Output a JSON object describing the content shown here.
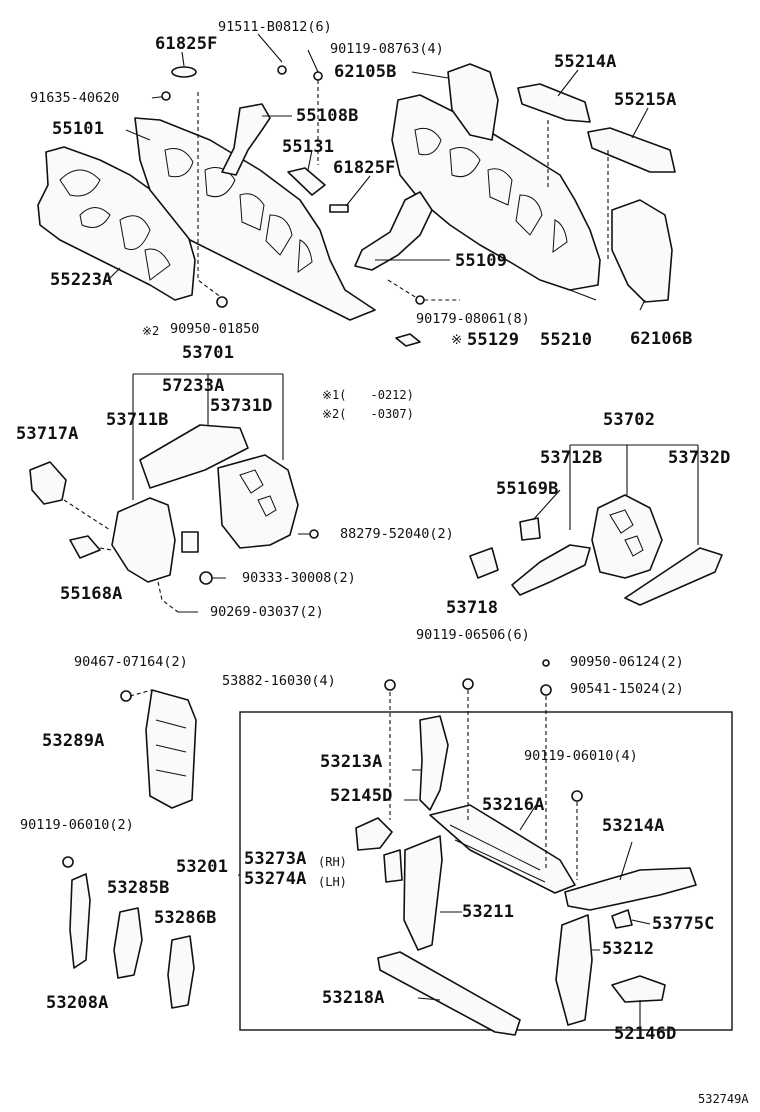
{
  "diagram": {
    "labels": {
      "l_91511": "91511-B0812(6)",
      "l_61825F_top": "61825F",
      "l_90119_08763": "90119-08763(4)",
      "l_62105B": "62105B",
      "l_55214A": "55214A",
      "l_91635": "91635-40620",
      "l_55108B": "55108B",
      "l_55215A": "55215A",
      "l_55101": "55101",
      "l_55131": "55131",
      "l_61825F_mid": "61825F",
      "l_55109": "55109",
      "l_55223A": "55223A",
      "l_90179": "90179-08061(8)",
      "l_55129": "55129",
      "l_55210": "55210",
      "l_62106B": "62106B",
      "l_90950_01850": "90950-01850",
      "l_mark2a": "※2",
      "l_mark1b": "※",
      "l_53701": "53701",
      "l_57233A": "57233A",
      "l_note1": "※1(　　-0212)",
      "l_note2": "※2(　　-0307)",
      "l_53711B": "53711B",
      "l_53731D": "53731D",
      "l_53717A": "53717A",
      "l_53702": "53702",
      "l_53712B": "53712B",
      "l_53732D": "53732D",
      "l_55169B": "55169B",
      "l_88279": "88279-52040(2)",
      "l_55168A": "55168A",
      "l_90333": "90333-30008(2)",
      "l_53718": "53718",
      "l_90269": "90269-03037(2)",
      "l_90119_06506": "90119-06506(6)",
      "l_90467": "90467-07164(2)",
      "l_53882": "53882-16030(4)",
      "l_90950_06124": "90950-06124(2)",
      "l_90541": "90541-15024(2)",
      "l_53289A": "53289A",
      "l_53213A": "53213A",
      "l_90119_06010_r": "90119-06010(4)",
      "l_52145D": "52145D",
      "l_53216A": "53216A",
      "l_90119_06010_l": "90119-06010(2)",
      "l_53214A": "53214A",
      "l_53201": "53201",
      "l_53273A": "53273A",
      "l_rh": "(RH)",
      "l_53274A": "53274A",
      "l_lh": "(LH)",
      "l_53285B": "53285B",
      "l_53211": "53211",
      "l_53775C": "53775C",
      "l_53286B": "53286B",
      "l_53212": "53212",
      "l_53208A": "53208A",
      "l_53218A": "53218A",
      "l_52146D": "52146D",
      "l_ref": "532749A"
    }
  }
}
